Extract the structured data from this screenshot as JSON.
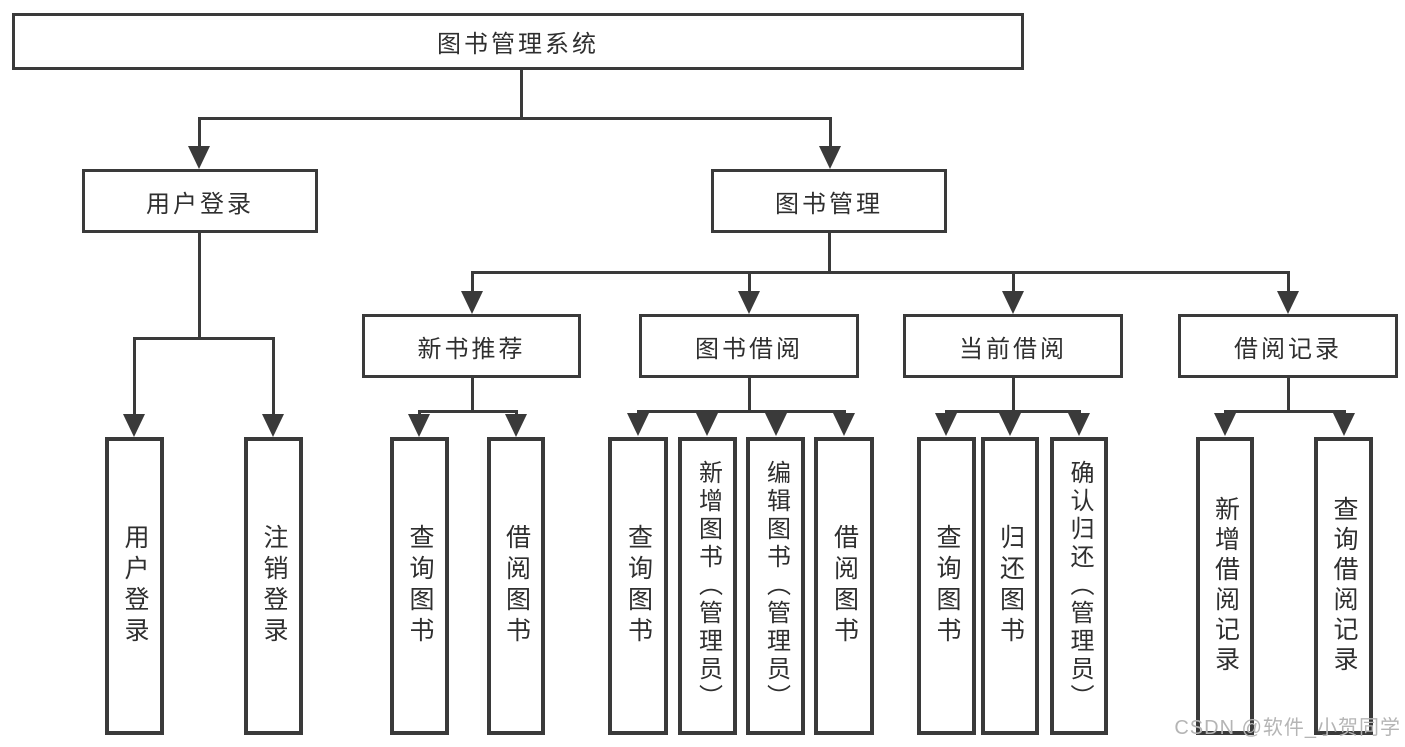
{
  "diagram": {
    "title": "图书管理系统",
    "root": {
      "label": "图书管理系统"
    },
    "branches": [
      {
        "label": "用户登录",
        "children": [
          {
            "label": "用户登录"
          },
          {
            "label": "注销登录"
          }
        ]
      },
      {
        "label": "图书管理",
        "children": [
          {
            "label": "新书推荐",
            "children": [
              {
                "label": "查询图书"
              },
              {
                "label": "借阅图书"
              }
            ]
          },
          {
            "label": "图书借阅",
            "children": [
              {
                "label": "查询图书"
              },
              {
                "label": "新增图书（管理员）"
              },
              {
                "label": "编辑图书（管理员）"
              },
              {
                "label": "借阅图书"
              }
            ]
          },
          {
            "label": "当前借阅",
            "children": [
              {
                "label": "查询图书"
              },
              {
                "label": "归还图书"
              },
              {
                "label": "确认归还（管理员）"
              }
            ]
          },
          {
            "label": "借阅记录",
            "children": [
              {
                "label": "新增借阅记录"
              },
              {
                "label": "查询借阅记录"
              }
            ]
          }
        ]
      }
    ]
  },
  "watermark": {
    "text": "CSDN @软件_小贺同学",
    "color": "#b5b5b5"
  },
  "colors": {
    "line": "#3a3a3a",
    "text": "#2f2f2f",
    "box_background": "#ffffff",
    "canvas_background": "#ffffff",
    "watermark": "#b5b5b5"
  }
}
